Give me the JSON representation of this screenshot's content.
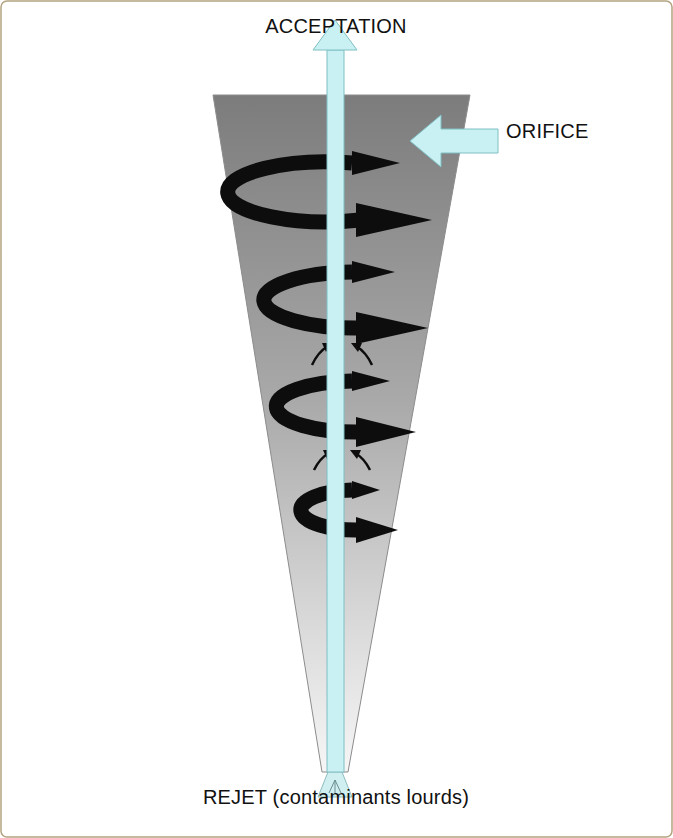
{
  "diagram": {
    "labels": [
      "ACCEPTATION",
      "ORIFICE",
      "REJET (contaminants lourds)"
    ]
  }
}
